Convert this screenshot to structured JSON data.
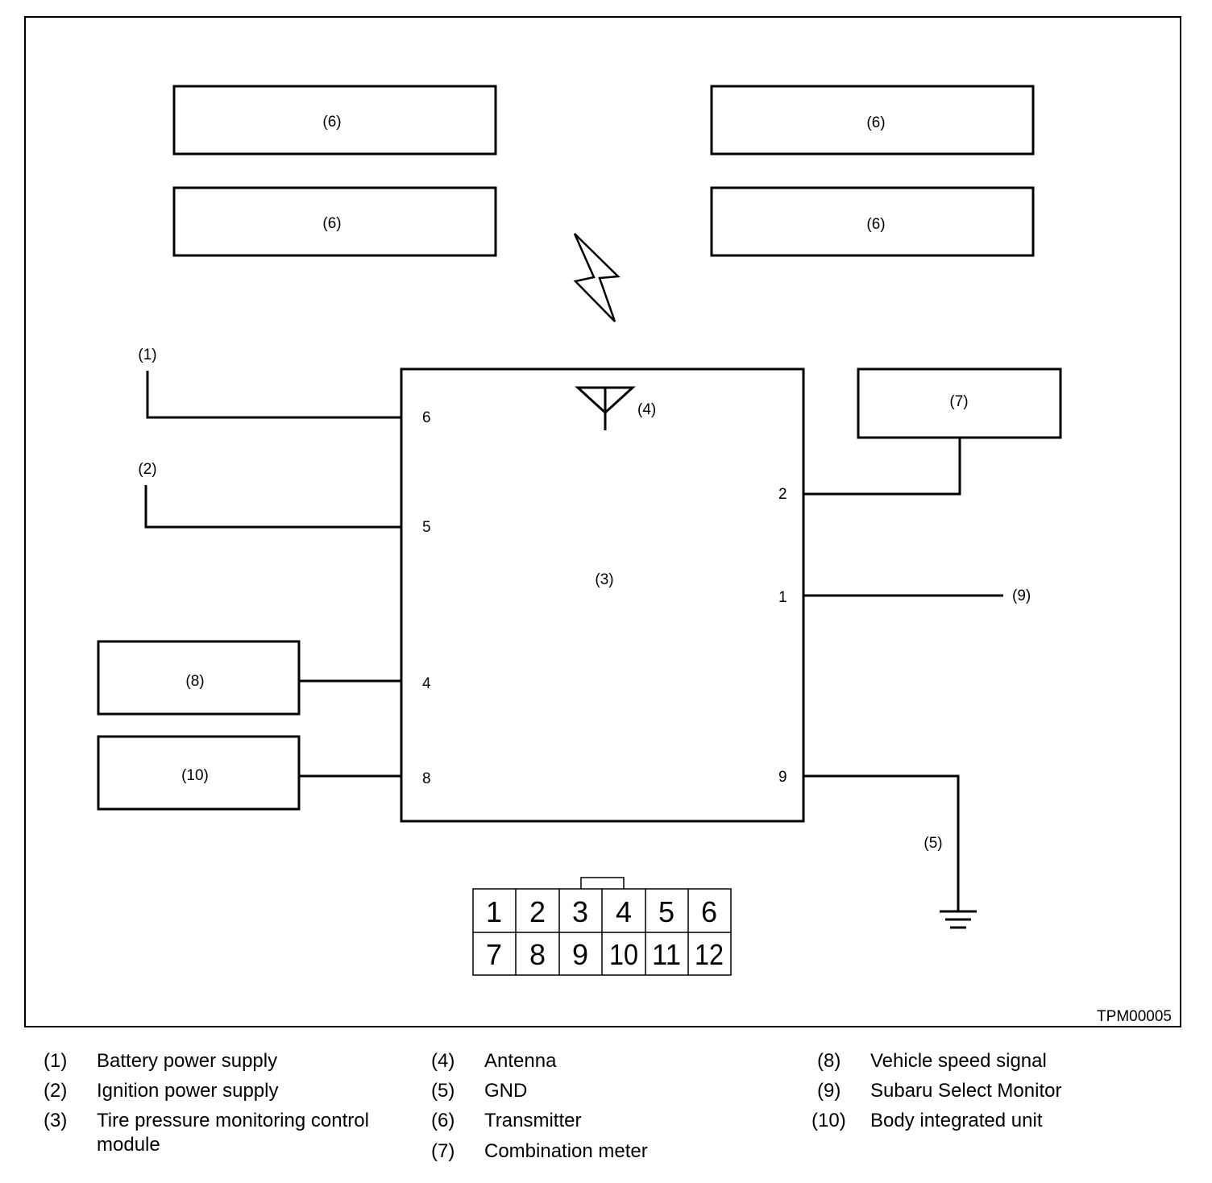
{
  "diagram": {
    "transmitters": [
      "(6)",
      "(6)",
      "(6)",
      "(6)"
    ],
    "control_module": {
      "label": "(3)",
      "antenna_label": "(4)",
      "left_pins": [
        "6",
        "5",
        "4",
        "8"
      ],
      "right_pins": [
        "2",
        "1",
        "9"
      ]
    },
    "battery_label": "(1)",
    "ignition_label": "(2)",
    "combination_meter_label": "(7)",
    "select_monitor_label": "(9)",
    "speed_signal_label": "(8)",
    "body_unit_label": "(10)",
    "gnd_label": "(5)",
    "connector": {
      "row1": [
        "1",
        "2",
        "3",
        "4",
        "5",
        "6"
      ],
      "row2": [
        "7",
        "8",
        "9",
        "10",
        "11",
        "12"
      ]
    },
    "figure_code": "TPM00005"
  },
  "legend": [
    {
      "num": "(1)",
      "text": "Battery power supply"
    },
    {
      "num": "(2)",
      "text": "Ignition power supply"
    },
    {
      "num": "(3)",
      "text": "Tire pressure monitoring control module"
    },
    {
      "num": "(4)",
      "text": "Antenna"
    },
    {
      "num": "(5)",
      "text": "GND"
    },
    {
      "num": "(6)",
      "text": "Transmitter"
    },
    {
      "num": "(7)",
      "text": "Combination meter"
    },
    {
      "num": "(8)",
      "text": "Vehicle speed signal"
    },
    {
      "num": "(9)",
      "text": "Subaru Select Monitor"
    },
    {
      "num": "(10)",
      "text": "Body integrated unit"
    }
  ]
}
